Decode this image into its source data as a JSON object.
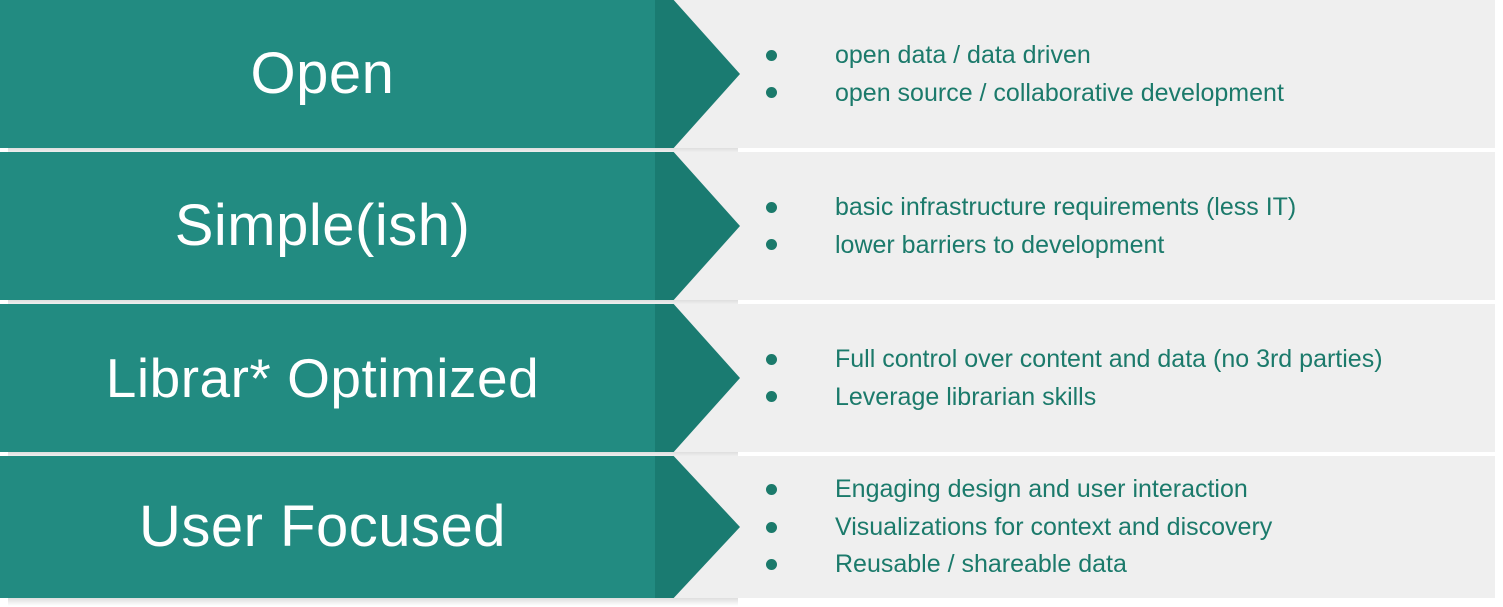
{
  "theme": {
    "teal_body": "#228b81",
    "teal_head": "#1a7b71",
    "panel_bg": "#efefef",
    "label_text": "#ffffff",
    "bullet_text": "#1b7a6b",
    "page_bg": "#ffffff"
  },
  "rows": [
    {
      "label": "Open",
      "bullets": [
        "open data / data driven",
        "open source / collaborative development"
      ]
    },
    {
      "label": "Simple(ish)",
      "bullets": [
        "basic infrastructure requirements (less IT)",
        "lower barriers to development"
      ]
    },
    {
      "label": "Librar* Optimized",
      "bullets": [
        "Full control over content and data (no 3rd parties)",
        "Leverage librarian skills"
      ]
    },
    {
      "label": "User Focused",
      "bullets": [
        "Engaging design and user interaction",
        "Visualizations for context and discovery",
        "Reusable / shareable data"
      ]
    }
  ]
}
